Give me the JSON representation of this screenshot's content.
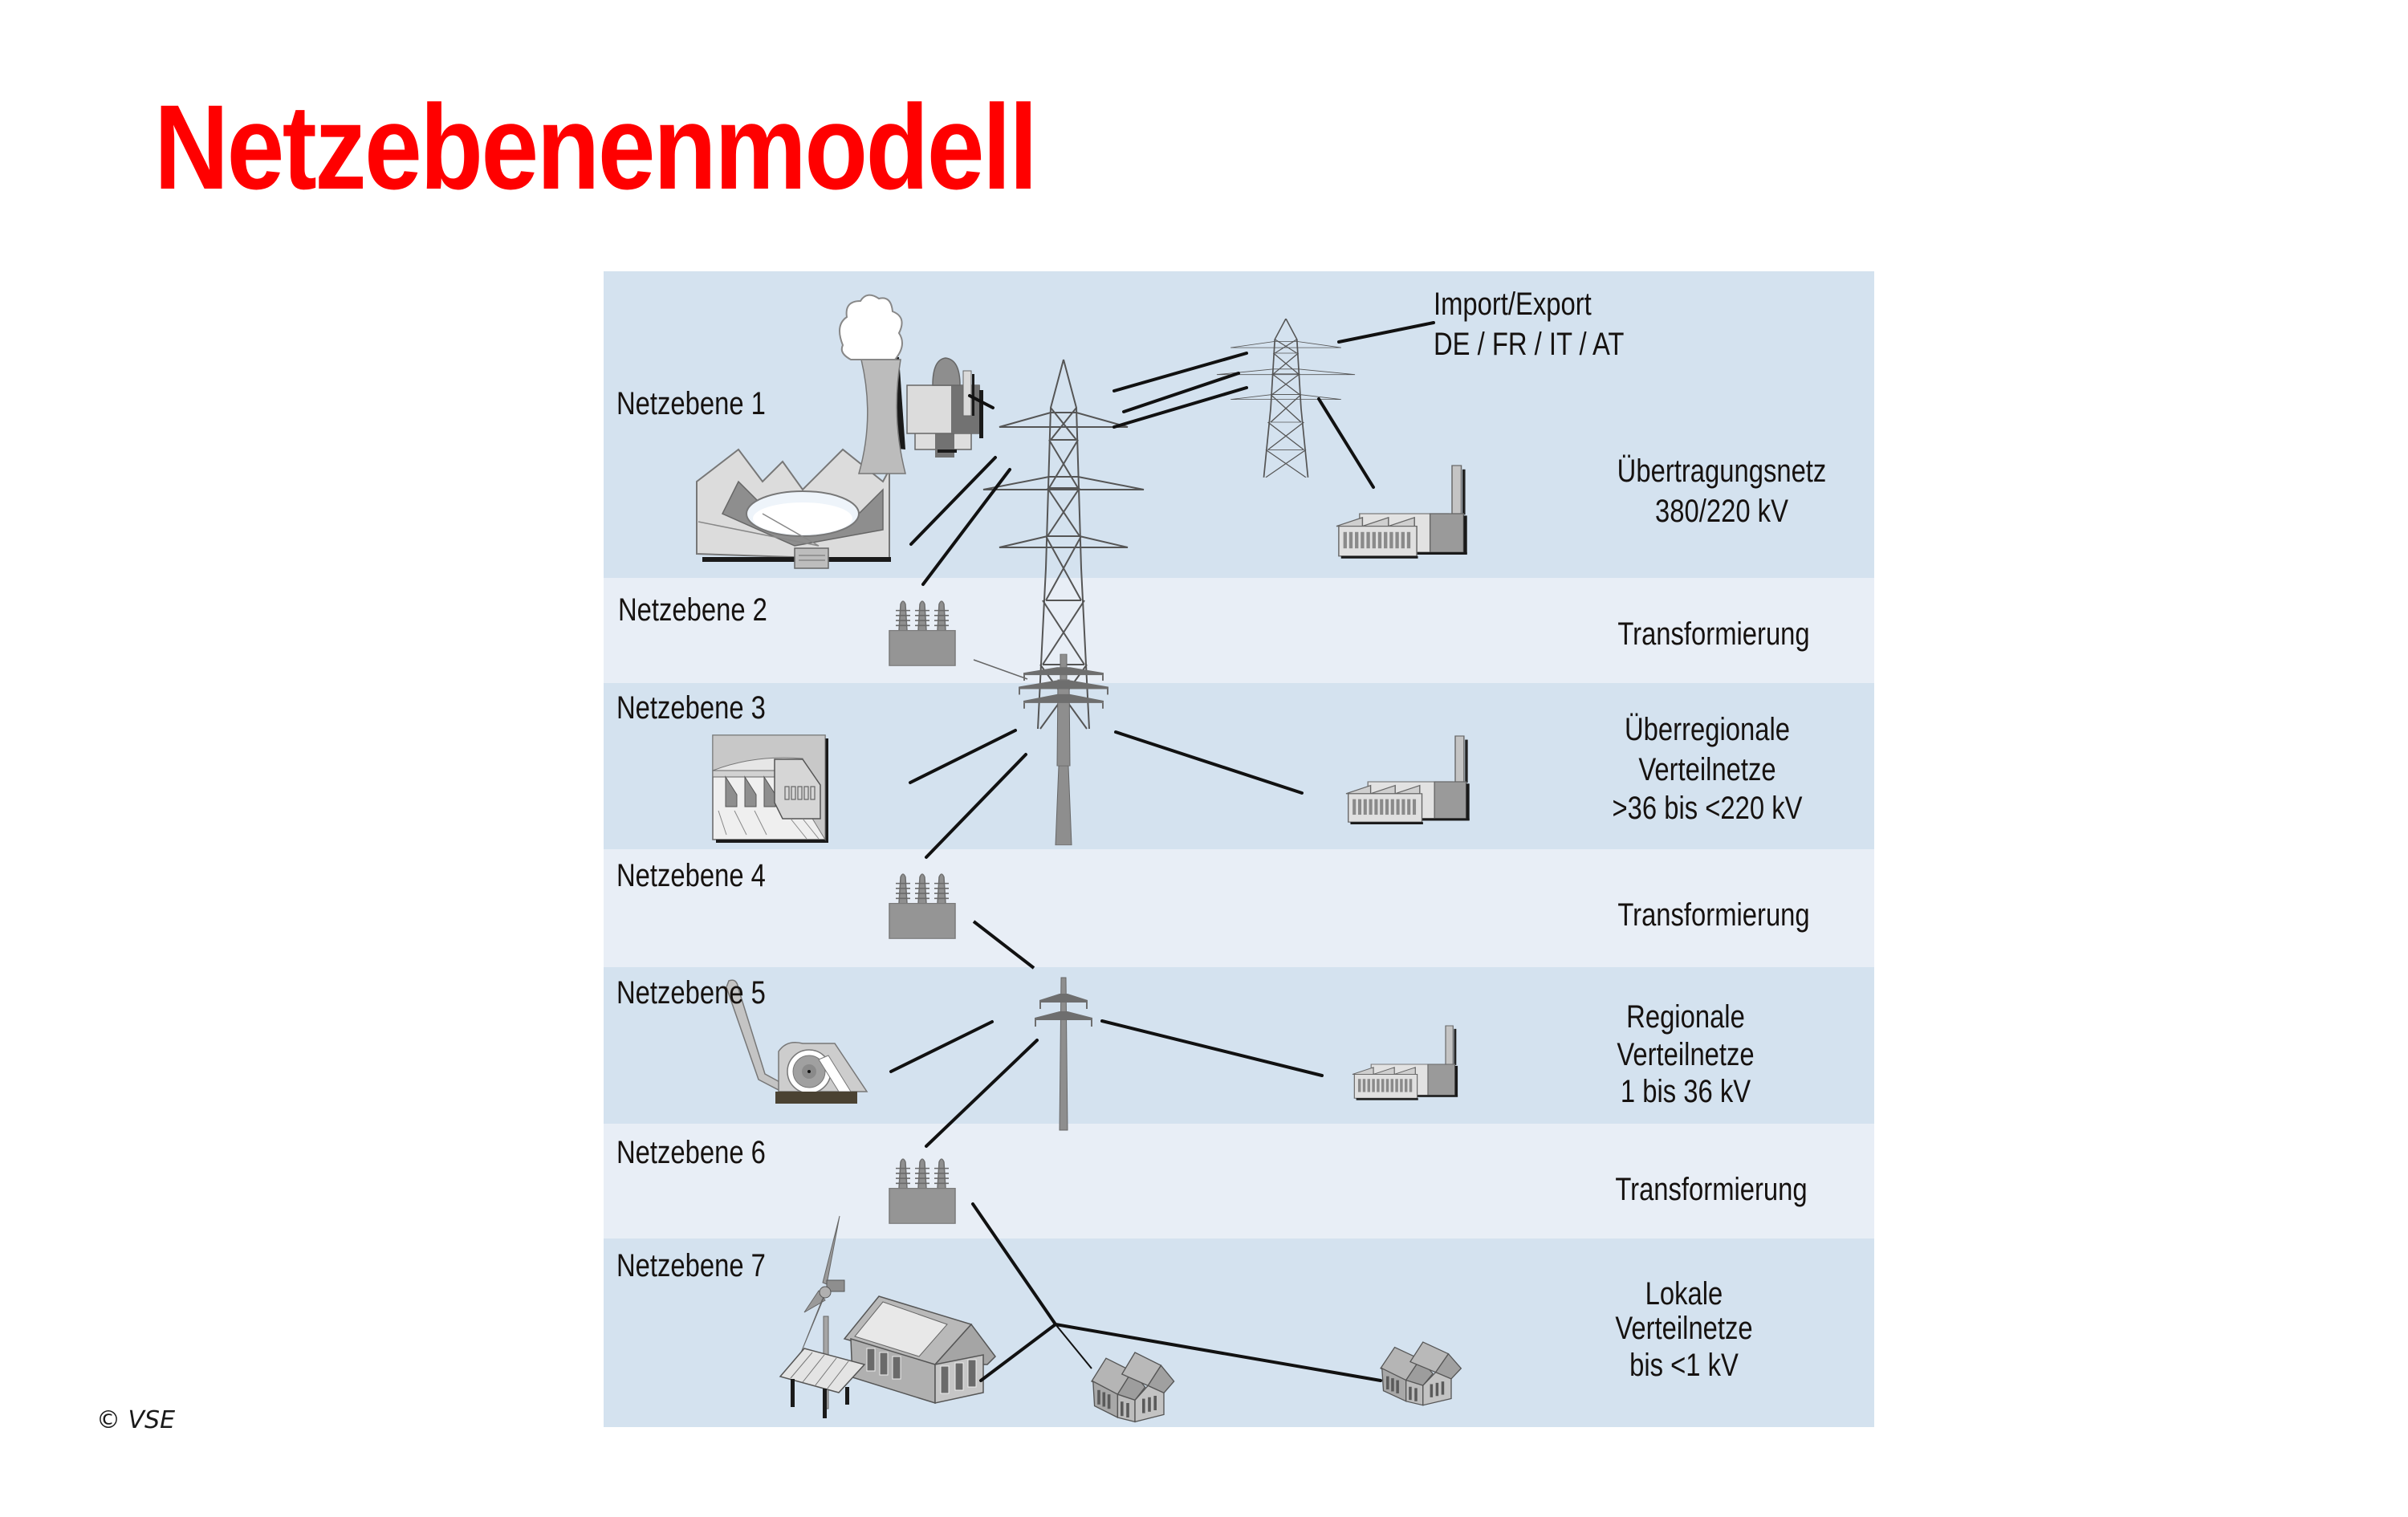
{
  "title": "Netzebenenmodell",
  "copyright": "© VSE",
  "colors": {
    "title": "#FF0000",
    "band_dark": "#D4E2EF",
    "band_light": "#E8EEF6",
    "text": "#161210",
    "line": "#111111",
    "icon_gray": "#9A9A9A"
  },
  "import_export": {
    "line1": "Import/Export",
    "line2": "DE / FR / IT / AT"
  },
  "levels": [
    {
      "label": "Netzebene 1",
      "type": "network",
      "description": [
        "Übertragungsnetz",
        "380/220 kV"
      ]
    },
    {
      "label": "Netzebene 2",
      "type": "transformation",
      "description": [
        "Transformierung"
      ]
    },
    {
      "label": "Netzebene 3",
      "type": "network",
      "description": [
        "Überregionale",
        "Verteilnetze",
        ">36 bis <220 kV"
      ]
    },
    {
      "label": "Netzebene 4",
      "type": "transformation",
      "description": [
        "Transformierung"
      ]
    },
    {
      "label": "Netzebene 5",
      "type": "network",
      "description": [
        "Regionale",
        "Verteilnetze",
        "1 bis 36 kV"
      ]
    },
    {
      "label": "Netzebene 6",
      "type": "transformation",
      "description": [
        "Transformierung"
      ]
    },
    {
      "label": "Netzebene 7",
      "type": "network",
      "description": [
        "Lokale",
        "Verteilnetze",
        "bis <1 kV"
      ]
    }
  ],
  "icons": {
    "level1": [
      "nuclear-power-plant-icon",
      "pumped-storage-icon",
      "lattice-pylon-icon",
      "lattice-pylon-icon",
      "factory-icon"
    ],
    "level2": [
      "transformer-icon"
    ],
    "level3": [
      "hydro-dam-icon",
      "pylon-icon",
      "factory-icon"
    ],
    "level4": [
      "transformer-icon"
    ],
    "level5": [
      "water-turbine-icon",
      "pylon-icon",
      "factory-icon"
    ],
    "level6": [
      "transformer-icon"
    ],
    "level7": [
      "wind-turbine-icon",
      "solar-house-icon",
      "houses-icon",
      "houses-icon"
    ]
  }
}
